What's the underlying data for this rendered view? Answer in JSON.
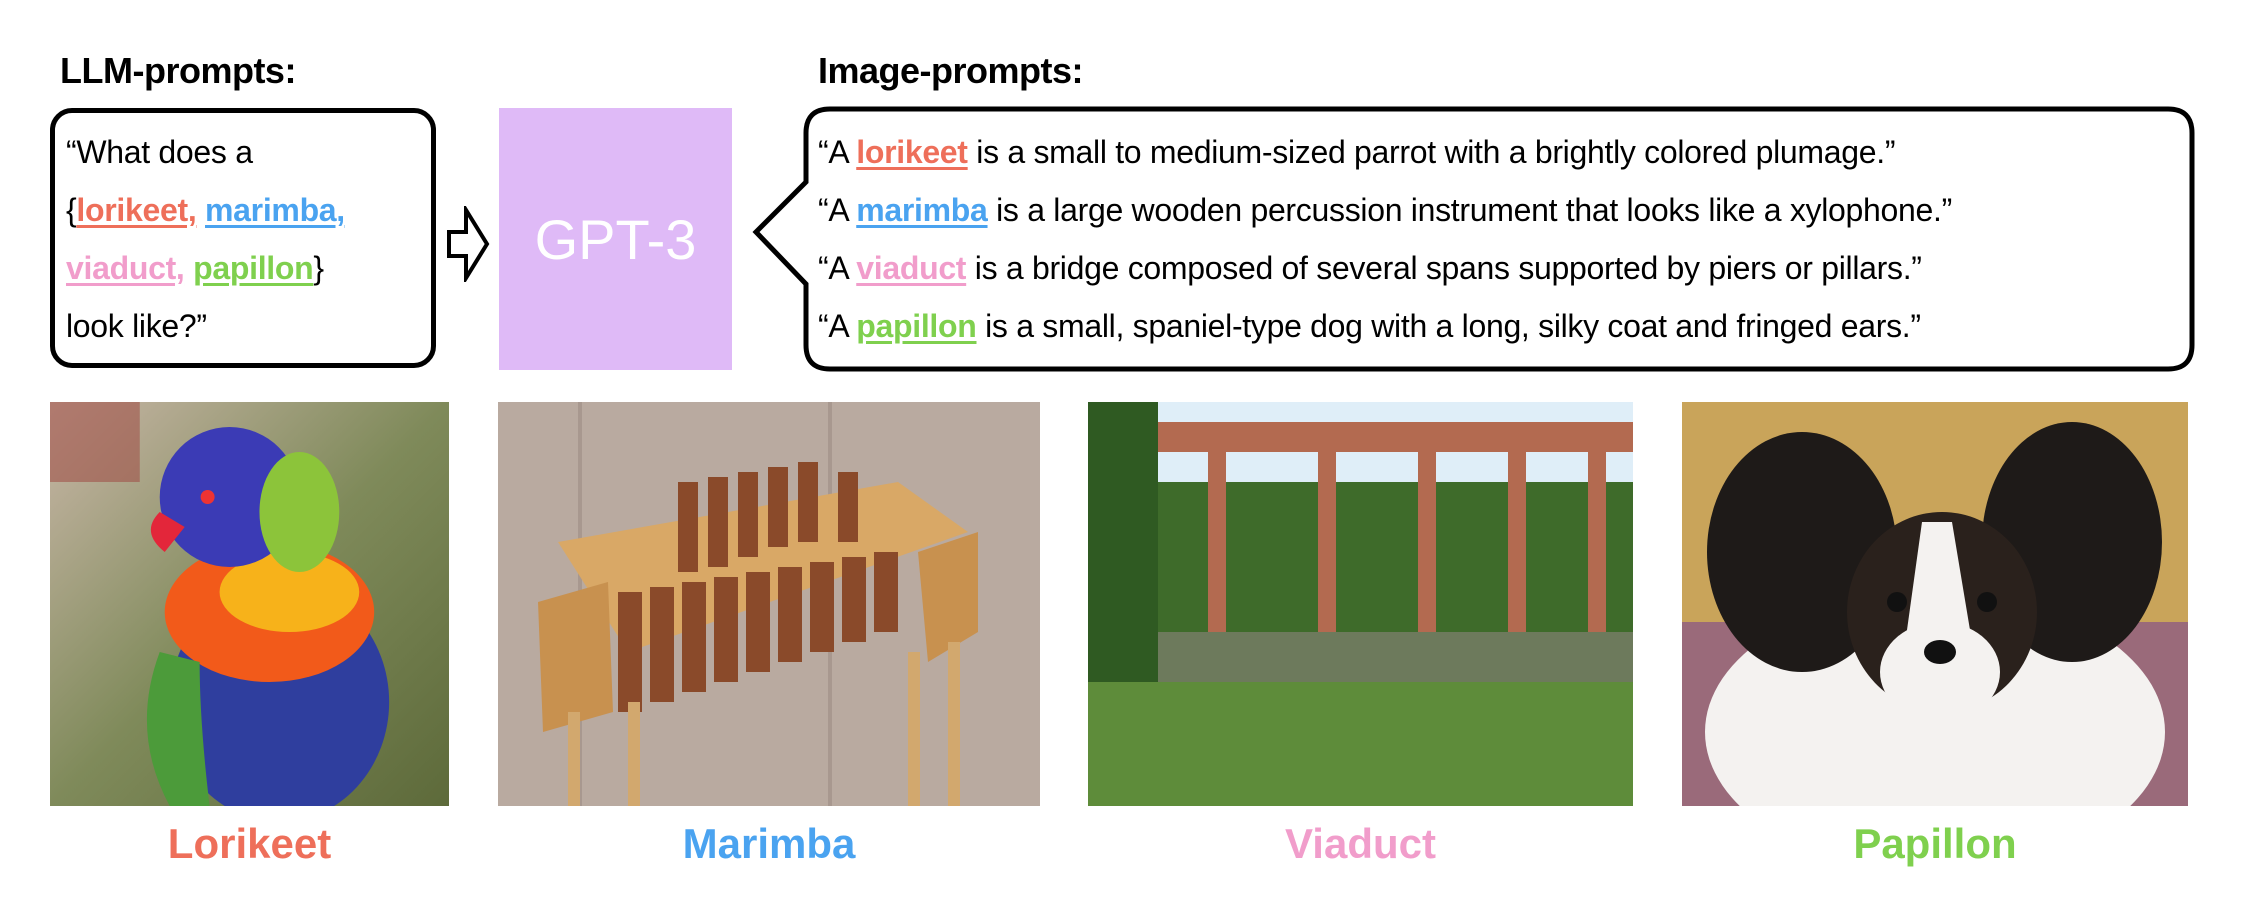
{
  "llm_prompts": {
    "title": "LLM-prompts:",
    "line1": "“What does a",
    "open_brace": "{",
    "close_brace": "}",
    "words": [
      "lorikeet,",
      "marimba,",
      "viaduct,",
      "papillon"
    ],
    "line4": "look like?”"
  },
  "model": {
    "label": "GPT-3"
  },
  "image_prompts": {
    "title": "Image-prompts:",
    "items": [
      {
        "prefix": "“A ",
        "word": "lorikeet",
        "rest": " is a small to medium-sized parrot with a brightly colored plumage.”"
      },
      {
        "prefix": "“A ",
        "word": "marimba",
        "rest": " is a large wooden percussion instrument that looks like a xylophone.”"
      },
      {
        "prefix": "“A ",
        "word": "viaduct",
        "rest": " is a bridge composed of several spans supported by piers or pillars.”"
      },
      {
        "prefix": "“A ",
        "word": "papillon",
        "rest": " is a small, spaniel-type dog with a long, silky coat and fringed ears.”"
      }
    ]
  },
  "images": [
    {
      "label": "Lorikeet",
      "color": "#ee6f5a"
    },
    {
      "label": "Marimba",
      "color": "#4aa3f0"
    },
    {
      "label": "Viaduct",
      "color": "#f19dcb"
    },
    {
      "label": "Papillon",
      "color": "#7fd04e"
    }
  ]
}
